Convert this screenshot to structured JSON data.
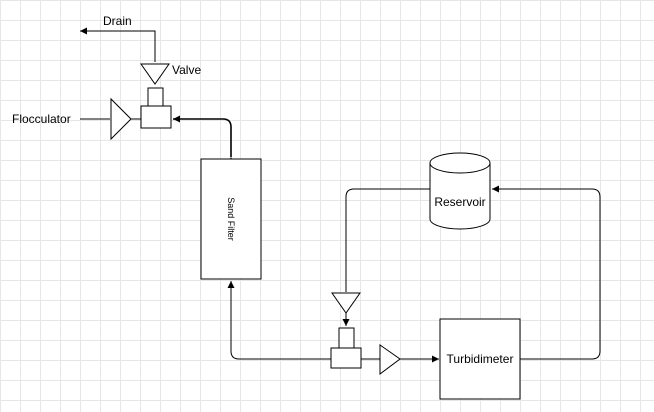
{
  "diagram": {
    "labels": {
      "drain": "Drain",
      "valve": "Valve",
      "flocculator": "Flocculator",
      "sand_filter": "Sand Filter",
      "reservoir": "Reservoir",
      "turbidimeter": "Turbidimeter"
    }
  }
}
